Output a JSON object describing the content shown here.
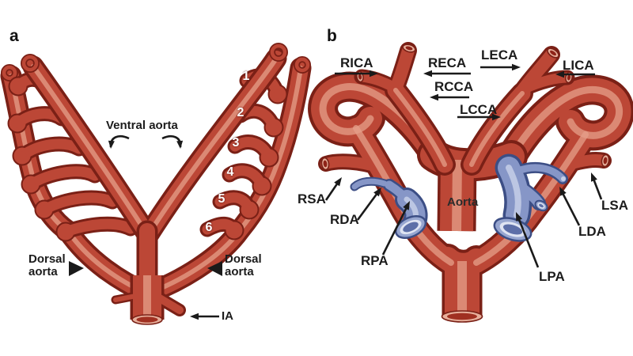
{
  "panel_a": {
    "panel_letter": "a",
    "ventral_aorta_label": "Ventral aorta",
    "dorsal_aorta_left_label": "Dorsal aorta",
    "dorsal_aorta_right_label": "Dorsal aorta",
    "ia_label": "IA",
    "arch_numbers": [
      "1",
      "2",
      "3",
      "4",
      "5",
      "6"
    ]
  },
  "panel_b": {
    "panel_letter": "b",
    "labels": {
      "rica": "RICA",
      "reca": "RECA",
      "rcca": "RCCA",
      "lcca": "LCCA",
      "leca": "LECA",
      "lica": "LICA",
      "rsa": "RSA",
      "rda": "RDA",
      "rpa": "RPA",
      "aorta": "Aorta",
      "lpa": "LPA",
      "lda": "LDA",
      "lsa": "LSA"
    }
  },
  "colors": {
    "vessel_red": "#bc4736",
    "vessel_outline": "#7a2016",
    "vessel_highlight": "#e59f8a",
    "duct_blue": "#8696c7",
    "duct_outline": "#3c4e85",
    "label_color": "#1c1c1c",
    "arch_number_color": "#ffffff",
    "background": "#ffffff"
  }
}
